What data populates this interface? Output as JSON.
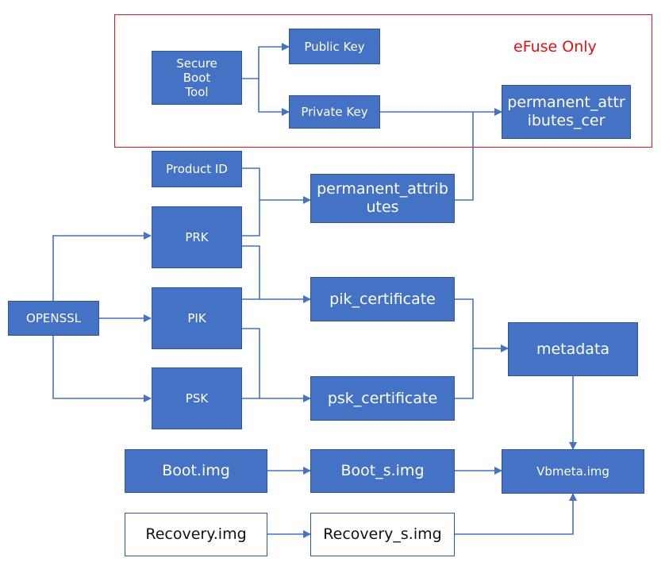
{
  "diagram": {
    "region_label": "eFuse Only",
    "nodes": {
      "secure_boot_tool": "Secure Boot Tool",
      "public_key": "Public Key",
      "private_key": "Private Key",
      "permanent_attributes_cer": "permanent_attributes_cer",
      "product_id": "Product ID",
      "permanent_attributes": "permanent_attributes",
      "prk": "PRK",
      "pik": "PIK",
      "psk": "PSK",
      "openssl": "OPENSSL",
      "pik_certificate": "pik_certificate",
      "psk_certificate": "psk_certificate",
      "metadata": "metadata",
      "boot_img": "Boot.img",
      "boot_s_img": "Boot_s.img",
      "vbmeta_img": "Vbmeta.img",
      "recovery_img": "Recovery.img",
      "recovery_s_img": "Recovery_s.img"
    },
    "colors": {
      "box_fill": "#4472c4",
      "box_border": "#2f5597",
      "connector": "#4472c4",
      "region_border": "#e8141b",
      "region_text": "#e01010"
    }
  }
}
